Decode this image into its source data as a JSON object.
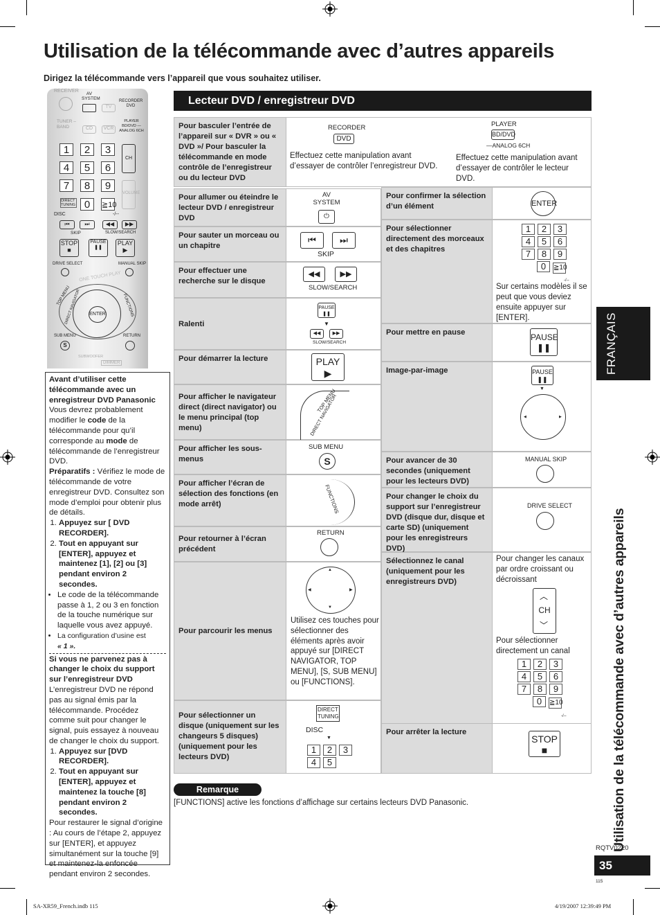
{
  "page": {
    "title": "Utilisation de la télécommande avec d’autres appareils",
    "subtitle": "Dirigez la télécommande vers l’appareil que vous souhaitez utiliser.",
    "section_title": "Lecteur DVD / enregistreur DVD",
    "language_tab": "FRANÇAIS",
    "vertical_title": "Utilisation de la télécommande avec d’autres appareils",
    "doc_code": "RQTV0220",
    "page_number": "35",
    "small_number": "115",
    "footer_left": "SA-XR59_French.indb   115",
    "footer_right": "4/19/2007   12:39:49 PM"
  },
  "remote": {
    "receiver": "RECEIVER",
    "av_system": "AV SYSTEM",
    "recorder_dvd": "RECORDER DVD",
    "tuner_band": "TUNER –BAND",
    "tv": "TV",
    "cd": "CD",
    "vcr": "VCR",
    "player": "PLAYER BD/DVD —ANALOG 6CH",
    "ch": "CH",
    "volume": "VOLUME",
    "direct_tuning": "DIRECT TUNING",
    "disc": "DISC",
    "skip": "SKIP",
    "slow_search": "SLOW/SEARCH",
    "stop": "STOP",
    "pause": "PAUSE",
    "play": "PLAY",
    "drive_select": "DRIVE SELECT",
    "manual_skip": "MANUAL SKIP",
    "one_touch_play": "ONE TOUCH PLAY",
    "top_menu": "TOP MENU",
    "direct_navigator": "DIRECT NAVIGATOR",
    "functions": "FUNCTIONS",
    "enter": "ENTER",
    "sub_menu": "SUB MENU",
    "return": "RETURN",
    "subwoofer": "SUBWOOFER",
    "dimmer": "DIMMER",
    "ten": "≧10",
    "dash": "-/--"
  },
  "sidebox": {
    "intro_bold": "Avant d’utiliser cette télécommande avec un enregistreur DVD Panasonic",
    "intro_text1": "Vous devrez probablement modifier le ",
    "intro_code": "code",
    "intro_text2": " de la télécommande pour qu’il corresponde au ",
    "intro_mode": "mode",
    "intro_text3": " de télécommande de l’enregistreur DVD.",
    "prep_bold": "Préparatifs :",
    "prep_text": " Vérifiez le mode de télécommande de votre enregistreur DVD. Consultez son mode d’emploi pour obtenir plus de détails.",
    "step1": "Appuyez sur [ DVD RECORDER].",
    "step2": "Tout en appuyant sur [ENTER], appuyez et maintenez [1], [2] ou [3] pendant environ 2 secondes.",
    "bullet1": "Le code de la télécommande passe à 1, 2 ou 3 en fonction de la touche numérique sur laquelle vous avez appuyé.",
    "bullet2_prefix": "La configuration d’usine est",
    "bullet2_value": "« 1 ».",
    "fail_bold": "Si vous ne parvenez pas à changer le choix du support sur l’enregistreur DVD",
    "fail_text": "L’enregistreur DVD ne répond pas au signal émis par la télécommande. Procédez comme suit pour changer le signal, puis essayez à nouveau de changer le choix du support.",
    "fstep1": "Appuyez sur [DVD RECORDER].",
    "fstep2": "Tout en appuyant sur [ENTER], appuyez et maintenez la touche [8] pendant environ 2 secondes.",
    "restore": "Pour restaurer le signal d’origine : Au cours de l’étape 2, appuyez sur [ENTER], et appuyez simultanément sur la touche [9] et maintenez-la enfoncée pendant environ 2 secondes."
  },
  "table": {
    "switch_label": "Pour basculer l’entrée de l’appareil sur « DVR » ou « DVD »/ Pour basculer la télécommande en mode contrôle de l’enregistreur ou du lecteur DVD",
    "switch_recorder_key": "RECORDER",
    "switch_dvd_key": "DVD",
    "switch_recorder_note": "Effectuez cette manipulation avant d’essayer de contrôler l’enregistreur DVD.",
    "switch_player_key": "PLAYER",
    "switch_bddvd_key": "BD/DVD",
    "switch_analog": "—ANALOG 6CH",
    "switch_player_note": "Effectuez cette manipulation avant d’essayer de contrôler le lecteur DVD.",
    "left_rows": [
      "Pour allumer ou éteindre le lecteur DVD / enregistreur DVD",
      "Pour sauter un morceau ou un chapitre",
      "Pour effectuer une recherche sur le disque",
      "Ralenti",
      "Pour démarrer la lecture",
      "Pour afficher le navigateur direct (direct navigator) ou le menu principal (top menu)",
      "Pour afficher les sous-menus",
      "Pour afficher l’écran de sélection des fonctions (en mode arrêt)",
      "Pour retourner à l’écran précédent",
      "Pour parcourir les menus",
      "Pour sélectionner un disque (uniquement sur les changeurs 5 disques) (uniquement pour les lecteurs DVD)"
    ],
    "right_rows": [
      "Pour confirmer la sélection d’un élément",
      "Pour sélectionner directement des morceaux et des chapitres",
      "Pour mettre en pause",
      "Image-par-image",
      "Pour avancer de 30 secondes (uniquement pour les lecteurs DVD)",
      "Pour changer le choix du support sur l’enregistreur DVD (disque dur, disque et carte SD) (uniquement pour les enregistreurs DVD)",
      "Sélectionnez le canal (uniquement pour les enregistreurs DVD)",
      "Pour arrêter la lecture"
    ],
    "av_system": "AV SYSTEM",
    "skip": "SKIP",
    "slow_search": "SLOW/SEARCH",
    "pause": "PAUSE",
    "play": "PLAY",
    "top_menu": "TOP MENU",
    "direct_navigator": "DIRECT NAVIGATOR",
    "sub_menu": "SUB MENU",
    "s_key": "S",
    "functions": "FUNCTIONS",
    "return": "RETURN",
    "menus_note": "Utilisez ces touches pour sélectionner des éléments après avoir appuyé sur [DIRECT NAVIGATOR, TOP MENU], [S, SUB MENU] ou [FUNCTIONS].",
    "direct_tuning": "DIRECT TUNING",
    "disc": "DISC",
    "enter": "ENTER",
    "numpad_note": "Sur certains modèles il se peut que vous deviez ensuite appuyer sur [ENTER].",
    "manual_skip": "MANUAL SKIP",
    "drive_select": "DRIVE SELECT",
    "ch_note1": "Pour changer les canaux par ordre croissant ou décroissant",
    "ch": "CH",
    "ch_note2": "Pour sélectionner directement un canal",
    "stop": "STOP",
    "ten": "≧10",
    "dash": "-/--"
  },
  "remark": {
    "label": "Remarque",
    "text": "[FUNCTIONS] active les fonctions d’affichage sur certains lecteurs DVD Panasonic."
  }
}
